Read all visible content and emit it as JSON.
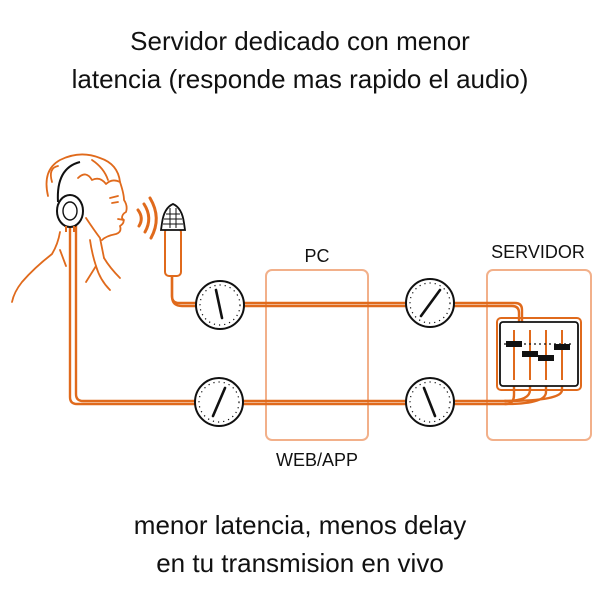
{
  "title": {
    "line1": "Servidor dedicado con menor",
    "line2": "latencia (responde mas rapido el audio)"
  },
  "labels": {
    "pc": "PC",
    "web_app": "WEB/APP",
    "servidor": "SERVIDOR"
  },
  "footer": {
    "line1": "menor latencia, menos delay",
    "line2": "en tu transmision en vivo"
  },
  "colors": {
    "accent": "#e06a1c",
    "box": "#f2b08a",
    "text": "#111111",
    "ink": "#111111"
  },
  "icons": [
    "person-with-headphones-icon",
    "sound-waves-icon",
    "microphone-icon",
    "meter-gauge-icon",
    "mixer-faders-icon"
  ]
}
